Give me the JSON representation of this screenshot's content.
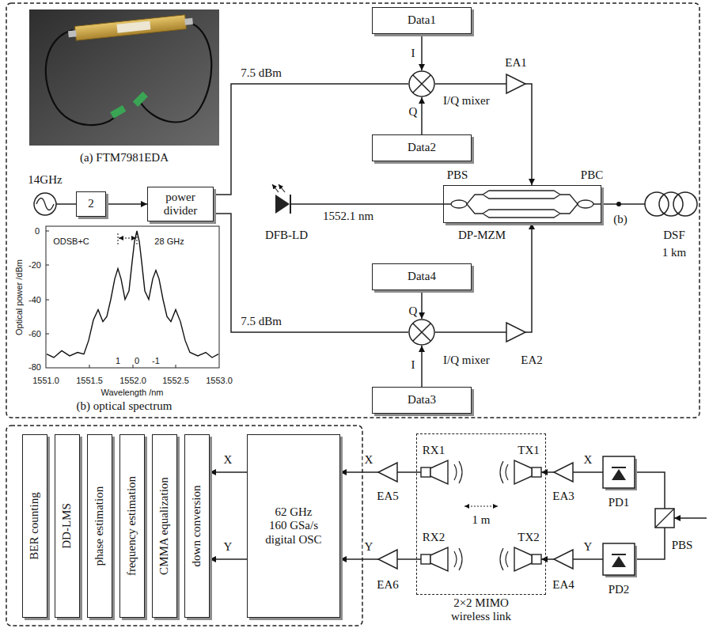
{
  "diagram": {
    "nodes": [
      {
        "text": [
          "Data1"
        ]
      },
      {
        "text": [
          "I/Q mixer"
        ]
      },
      {
        "text": [
          "Data2"
        ]
      },
      {
        "text": [
          "2"
        ]
      },
      {
        "text": [
          "power divider"
        ]
      },
      {
        "text": [
          "DP-MZM"
        ]
      },
      {
        "text": [
          "Data4"
        ]
      },
      {
        "text": [
          "I/Q mixer"
        ]
      },
      {
        "text": [
          "Data3"
        ]
      },
      {
        "text": [
          "BER counting"
        ]
      },
      {
        "text": [
          "DD-LMS"
        ]
      },
      {
        "text": [
          "phase estimation"
        ]
      },
      {
        "text": [
          "frequency estimation"
        ]
      },
      {
        "text": [
          "CMMA equalization"
        ]
      },
      {
        "text": [
          "down conversion"
        ]
      },
      {
        "text": [
          "62 GHz 160 GSa/s digital OSC"
        ]
      },
      {
        "text": [
          "2×2 MIMO wireless link"
        ]
      }
    ],
    "edges": [
      {
        "from": 3,
        "to": 4,
        "arrow": "to"
      },
      {
        "from": 4,
        "to": 1,
        "arrow": "none",
        "label": "7.5 dBm"
      },
      {
        "from": 4,
        "to": 7,
        "arrow": "none",
        "label": "7.5 dBm"
      },
      {
        "from": 0,
        "to": 1,
        "arrow": "to",
        "label": "I"
      },
      {
        "from": 2,
        "to": 1,
        "arrow": "to",
        "label": "Q"
      },
      {
        "from": 6,
        "to": 7,
        "arrow": "to",
        "label": "Q"
      },
      {
        "from": 8,
        "to": 7,
        "arrow": "to",
        "label": "I"
      },
      {
        "from": 1,
        "to": 5,
        "arrow": "to"
      },
      {
        "from": 7,
        "to": 5,
        "arrow": "to"
      },
      {
        "from": 16,
        "to": 15,
        "arrow": "to",
        "label": "X"
      },
      {
        "from": 16,
        "to": 15,
        "arrow": "to",
        "label": "Y"
      },
      {
        "from": 15,
        "to": 14,
        "arrow": "to",
        "label": "X"
      },
      {
        "from": 15,
        "to": 14,
        "arrow": "to",
        "label": "Y"
      }
    ],
    "labels": [
      "(a) FTM7981EDA",
      "14GHz",
      "(b) optical spectrum",
      "ODSB+C",
      "28 GHz",
      "1",
      "0",
      "-1",
      "0",
      "-20",
      "-40",
      "-60",
      "-80",
      "1551.0",
      "1551.5",
      "1552.0",
      "1552.5",
      "1553.0",
      "Optical power /dBm",
      "Wavelength /nm",
      "EA1",
      "EA2",
      "PBS",
      "PBC",
      "1552.1 nm",
      "DFB-LD",
      "(b)",
      "DSF",
      "1 km",
      "RX1",
      "TX1",
      "1 m",
      "RX2",
      "TX2",
      "EA3",
      "EA4",
      "EA5",
      "EA6",
      "X",
      "Y",
      "PD1",
      "PD2",
      "PBS"
    ]
  }
}
